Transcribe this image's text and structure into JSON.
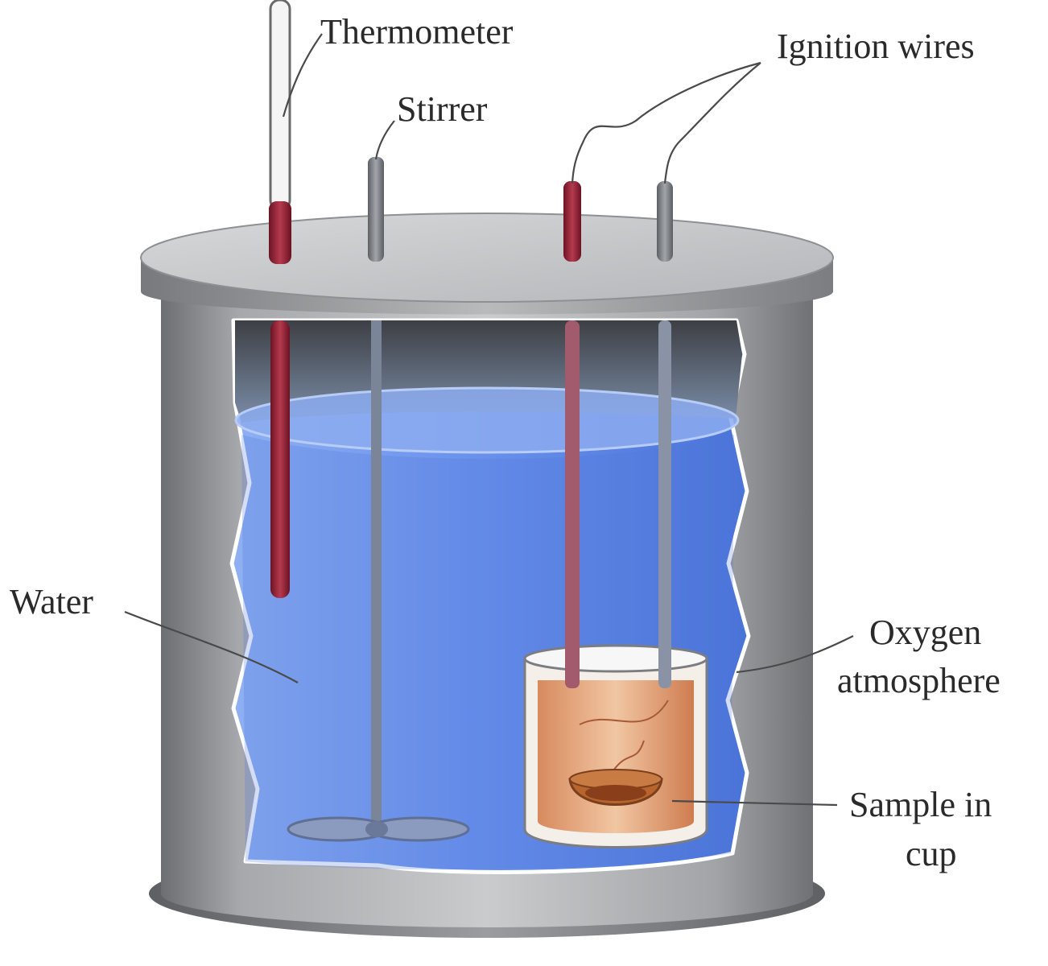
{
  "labels": {
    "thermometer": "Thermometer",
    "stirrer": "Stirrer",
    "ignition_wires": "Ignition wires",
    "water": "Water",
    "oxygen_line1": "Oxygen",
    "oxygen_line2": "atmosphere",
    "sample_line1": "Sample in",
    "sample_line2": "cup"
  },
  "colors": {
    "water": "#5b86e6",
    "steel": "#a9abae",
    "thermometer_liquid": "#9b1f35",
    "bomb_liquid": "#e0a070"
  }
}
